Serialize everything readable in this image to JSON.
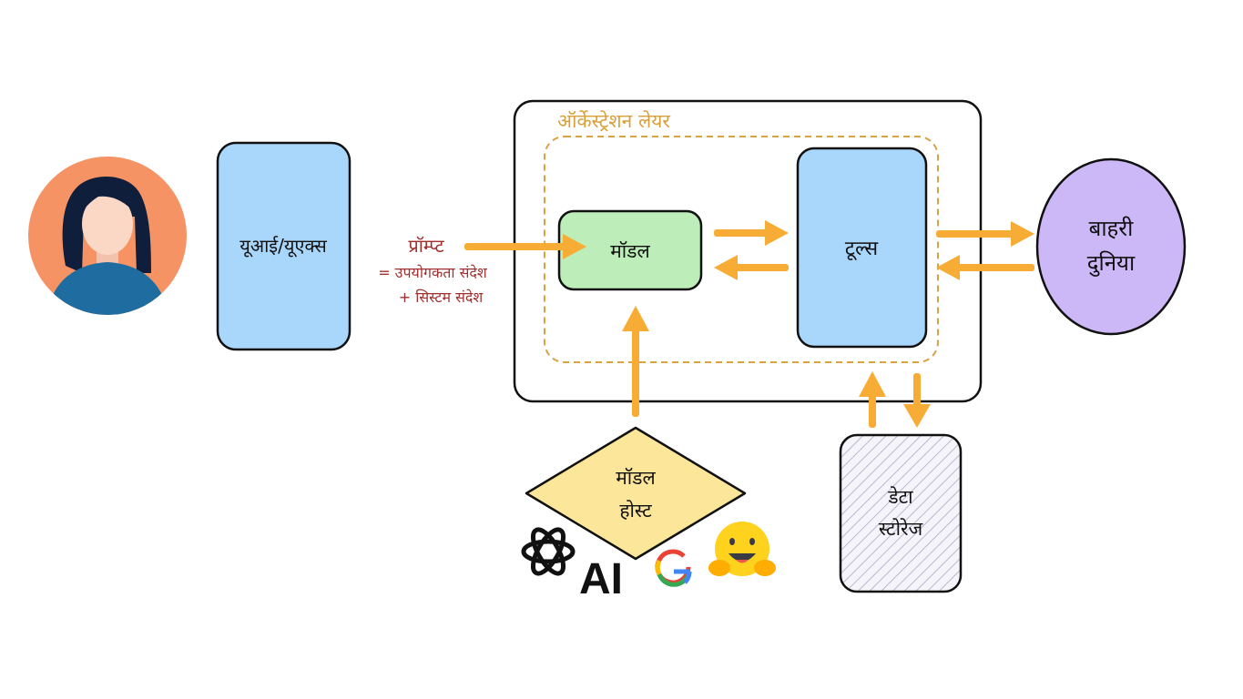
{
  "diagram": {
    "orchestration_title": "ऑर्केस्ट्रेशन लेयर",
    "ui_ux_label": "यूआई/यूएक्स",
    "prompt": {
      "title": "प्रॉम्प्ट",
      "line1": "= उपयोगकता संदेश",
      "line2": "+ सिस्टम संदेश"
    },
    "model_label": "मॉडल",
    "tools_label": "टूल्स",
    "external_world": {
      "line1": "बाहरी",
      "line2": "दुनिया"
    },
    "model_host": {
      "line1": "मॉडल",
      "line2": "होस्ट"
    },
    "data_storage": {
      "line1": "डेटा",
      "line2": "स्टोरेज"
    },
    "provider_logos": [
      "openai-logo",
      "anthropic-logo",
      "google-logo",
      "huggingface-logo"
    ],
    "anthropic_logo_text": "AI",
    "google_logo_text": "G",
    "colors": {
      "arrow": "#F7AD35",
      "ui_box": "#A9D6FB",
      "model_box": "#BDEEB9",
      "tools_box": "#A9D6FB",
      "external_world": "#CDB8F7",
      "model_host": "#FBE69A",
      "prompt_text": "#A0302E",
      "orchestration_title": "#D9A03A",
      "dashed_border": "#D7A248",
      "avatar_bg": "#F59364",
      "avatar_shirt": "#1F6DA0",
      "avatar_hair": "#0F1E3A",
      "avatar_skin": "#FBD8C6"
    }
  }
}
